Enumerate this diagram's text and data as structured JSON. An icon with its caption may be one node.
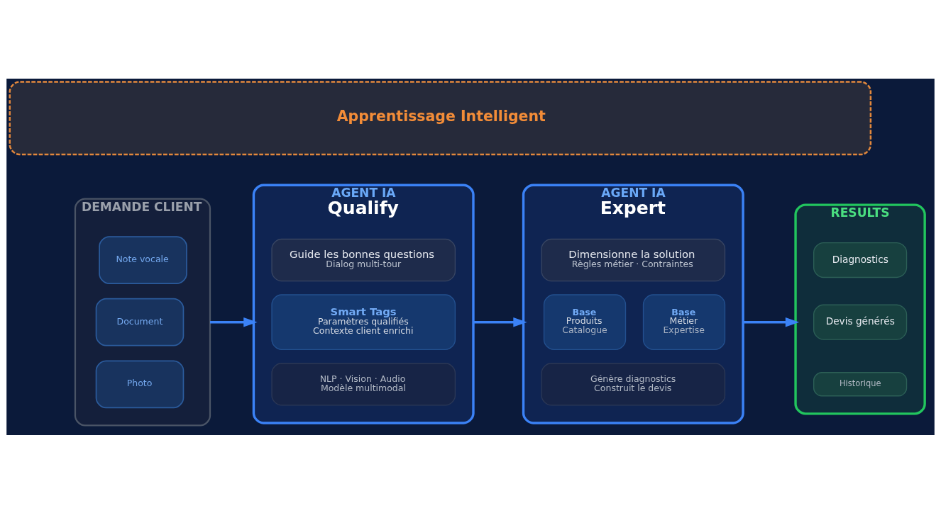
{
  "diagram": {
    "nodes": [
      {
        "text": [
          "Apprentissage Intelligent"
        ]
      },
      {
        "text": [
          "DEMANDE CLIENT"
        ]
      },
      {
        "text": [
          "Note vocale"
        ],
        "in": 1
      },
      {
        "text": [
          "Document"
        ],
        "in": 1
      },
      {
        "text": [
          "Photo"
        ],
        "in": 1
      },
      {
        "text": [
          "AGENT IA",
          "Qualify"
        ]
      },
      {
        "text": [
          "Guide les bonnes questions",
          "Dialog multi-tour"
        ],
        "in": 5
      },
      {
        "text": [
          "Smart Tags",
          "Paramètres qualifiés",
          "Contexte client enrichi"
        ],
        "in": 5
      },
      {
        "text": [
          "NLP · Vision · Audio",
          "Modèle multimodal"
        ],
        "in": 5
      },
      {
        "text": [
          "AGENT IA",
          "Expert"
        ]
      },
      {
        "text": [
          "Dimensionne la solution",
          "Règles métier · Contraintes"
        ],
        "in": 9
      },
      {
        "text": [
          "Base",
          "Produits",
          "Catalogue"
        ],
        "in": 9
      },
      {
        "text": [
          "Base",
          "Métier",
          "Expertise"
        ],
        "in": 9
      },
      {
        "text": [
          "Génère diagnostics",
          "Construit le devis"
        ],
        "in": 9
      },
      {
        "text": [
          "RESULTS"
        ]
      },
      {
        "text": [
          "Diagnostics"
        ],
        "in": 14
      },
      {
        "text": [
          "Devis générés"
        ],
        "in": 14
      },
      {
        "text": [
          "Historique"
        ],
        "in": 14
      }
    ],
    "edges": [
      {
        "from": 1,
        "to": 5,
        "arrow": "to"
      },
      {
        "from": 5,
        "to": 9,
        "arrow": "to"
      },
      {
        "from": 9,
        "to": 14,
        "arrow": "to"
      }
    ]
  }
}
